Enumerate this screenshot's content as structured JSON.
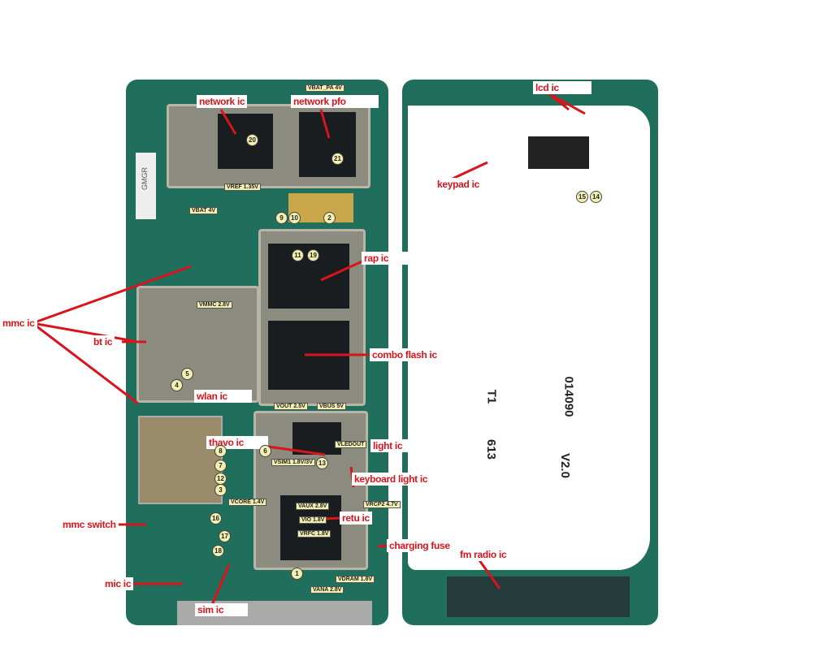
{
  "annotations": {
    "network_ic": "network ic",
    "network_pfo": "network pfo",
    "rap_ic": "rap ic",
    "combo_flash_ic": "combo flash ic",
    "bt_ic": "bt ic",
    "mmc_ic": "mmc ic",
    "wlan_ic": "wlan ic",
    "thavo_ic": "thavo ic",
    "light_ic": "light ic",
    "keyboard_light_ic": "keyboard light ic",
    "retu_ic": "retu ic",
    "charging_fuse": "charging fuse",
    "mmc_switch": "mmc switch",
    "mic_ic": "mic ic",
    "sim_ic": "sim ic",
    "lcd_ic": "lcd ic",
    "keypad_ic": "keypad ic",
    "fm_radio_ic": "fm radio ic"
  },
  "voltages": {
    "vbat_pa": "VBAT_PA 4V",
    "vref": "VREF 1.35V",
    "vbat": "VBAT 4V",
    "vmmc": "VMMC 2.8V",
    "vout": "VOUT 2.5V",
    "vbus": "VBUS 5V",
    "vledout": "VLEDOUT",
    "vsim1": "VSIM1 1.8V/3V",
    "vcore": "VCORE 1.4V",
    "vaux": "VAUX 2.8V",
    "vrcp2": "VRCP2 4.7V",
    "vio": "VIO 1.8V",
    "vrfc": "VRFC 1.8V",
    "vdram": "VDRAM 1.8V",
    "vana": "VANA 2.8V"
  },
  "test_points": [
    "20",
    "21",
    "9",
    "10",
    "2",
    "11",
    "19",
    "5",
    "4",
    "8",
    "6",
    "7",
    "12",
    "3",
    "13",
    "16",
    "17",
    "18",
    "1",
    "15",
    "14"
  ],
  "board_markings": {
    "t1": "T1",
    "n613": "613",
    "serial": "014090",
    "version": "V2.0",
    "gmgr": "GMGR"
  },
  "colors": {
    "annotation": "#d8141c",
    "pcb": "#1f6f5c",
    "voltage_tag": "#f3efb0"
  }
}
